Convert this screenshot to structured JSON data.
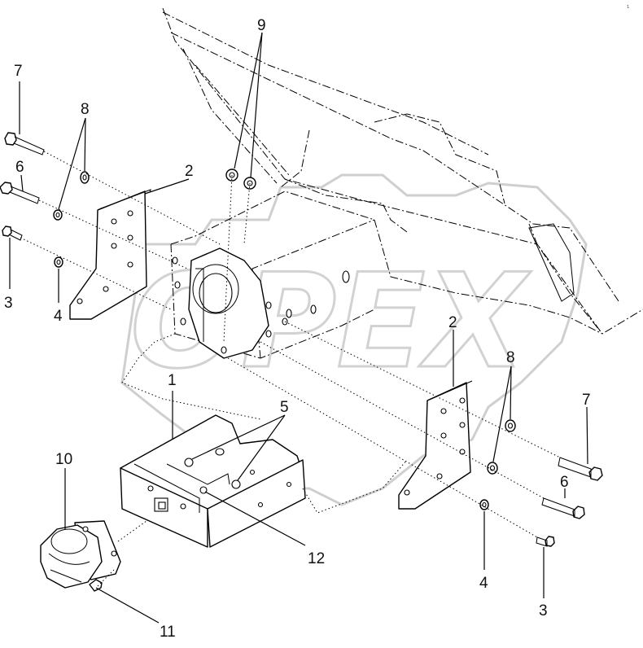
{
  "corner_code": "1",
  "watermark": "OPEX",
  "callouts": {
    "c1": "1",
    "c2_left": "2",
    "c2_right": "2",
    "c3_left": "3",
    "c3_right": "3",
    "c4_left": "4",
    "c4_right": "4",
    "c5": "5",
    "c6_left": "6",
    "c6_right": "6",
    "c7_left": "7",
    "c7_right": "7",
    "c8_left": "8",
    "c8_right": "8",
    "c9": "9",
    "c10": "10",
    "c11": "11",
    "c12": "12"
  }
}
